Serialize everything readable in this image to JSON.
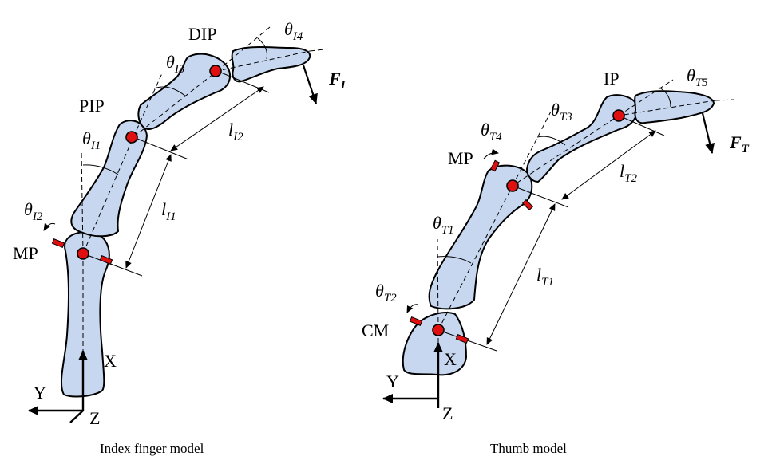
{
  "index": {
    "caption": "Index finger model",
    "joints": {
      "mp": "MP",
      "pip": "PIP",
      "dip": "DIP"
    },
    "force": {
      "main": "F",
      "sub": "I"
    },
    "angles": [
      {
        "main": "θ",
        "sub": "I1"
      },
      {
        "main": "θ",
        "sub": "I2"
      },
      {
        "main": "θ",
        "sub": "I3"
      },
      {
        "main": "θ",
        "sub": "I4"
      }
    ],
    "lengths": [
      {
        "main": "l",
        "sub": "I1"
      },
      {
        "main": "l",
        "sub": "I2"
      }
    ],
    "axes": {
      "x": "X",
      "y": "Y",
      "z": "Z"
    }
  },
  "thumb": {
    "caption": "Thumb model",
    "joints": {
      "cm": "CM",
      "mp": "MP",
      "ip": "IP"
    },
    "force": {
      "main": "F",
      "sub": "T"
    },
    "angles": [
      {
        "main": "θ",
        "sub": "T1"
      },
      {
        "main": "θ",
        "sub": "T2"
      },
      {
        "main": "θ",
        "sub": "T3"
      },
      {
        "main": "θ",
        "sub": "T4"
      },
      {
        "main": "θ",
        "sub": "T5"
      }
    ],
    "lengths": [
      {
        "main": "l",
        "sub": "T1"
      },
      {
        "main": "l",
        "sub": "T2"
      }
    ],
    "axes": {
      "x": "X",
      "y": "Y",
      "z": "Z"
    }
  },
  "colors": {
    "bone": "#c6d7ef",
    "joint": "#e01010",
    "line": "#000000"
  }
}
